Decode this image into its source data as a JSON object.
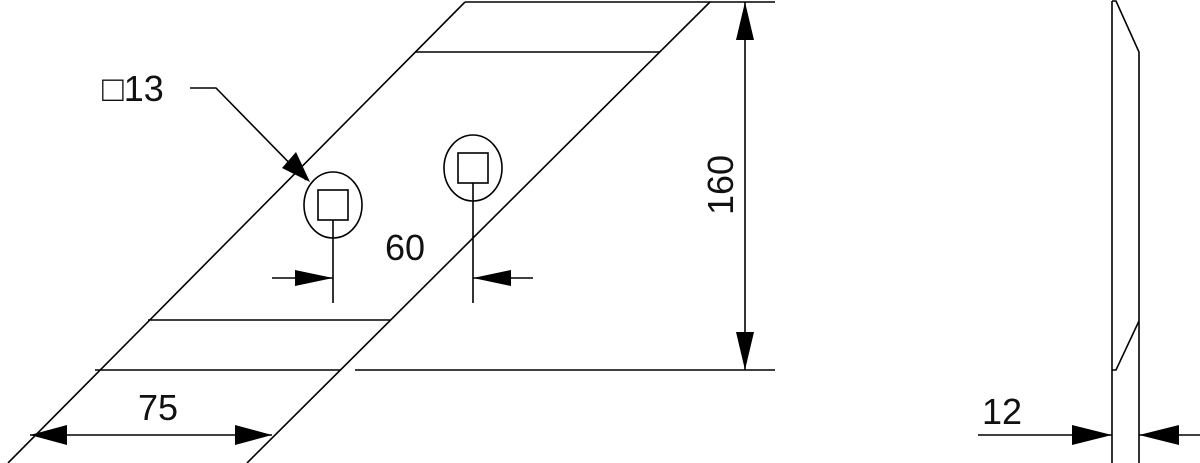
{
  "drawing": {
    "front_view": {
      "hole_callout": "□13",
      "hole_spacing": "60",
      "width": "75",
      "height": "160"
    },
    "side_view": {
      "thickness": "12"
    },
    "colors": {
      "line": "#000000",
      "background": "#ffffff"
    }
  }
}
